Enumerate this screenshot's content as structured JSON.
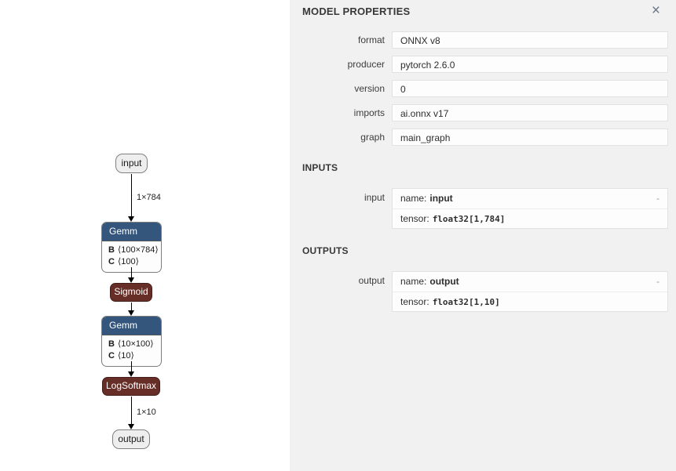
{
  "colors": {
    "layer_node_header": "#34567d",
    "activation_node": "#662e27",
    "sidebar_background": "#f1f1f1"
  },
  "graph": {
    "input_label": "input",
    "output_label": "output",
    "edges": [
      {
        "label": "1×784"
      },
      {
        "label": "1×10"
      }
    ],
    "gemm1": {
      "title": "Gemm",
      "params": [
        {
          "k": "B",
          "v": "⟨100×784⟩"
        },
        {
          "k": "C",
          "v": "⟨100⟩"
        }
      ]
    },
    "sigmoid_label": "Sigmoid",
    "gemm2": {
      "title": "Gemm",
      "params": [
        {
          "k": "B",
          "v": "⟨10×100⟩"
        },
        {
          "k": "C",
          "v": "⟨10⟩"
        }
      ]
    },
    "logsoftmax_label": "LogSoftmax"
  },
  "sidebar": {
    "title": "MODEL PROPERTIES",
    "close_icon": "×",
    "properties": [
      {
        "label": "format",
        "value": "ONNX v8"
      },
      {
        "label": "producer",
        "value": "pytorch 2.6.0"
      },
      {
        "label": "version",
        "value": "0"
      },
      {
        "label": "imports",
        "value": "ai.onnx v17"
      },
      {
        "label": "graph",
        "value": "main_graph"
      }
    ],
    "inputs_header": "INPUTS",
    "outputs_header": "OUTPUTS",
    "inputs": [
      {
        "label": "input",
        "name_key": "name:",
        "name_value": "input",
        "tensor_key": "tensor:",
        "tensor_value": "float32[1,784]",
        "collapse": "-"
      }
    ],
    "outputs": [
      {
        "label": "output",
        "name_key": "name:",
        "name_value": "output",
        "tensor_key": "tensor:",
        "tensor_value": "float32[1,10]",
        "collapse": "-"
      }
    ]
  }
}
